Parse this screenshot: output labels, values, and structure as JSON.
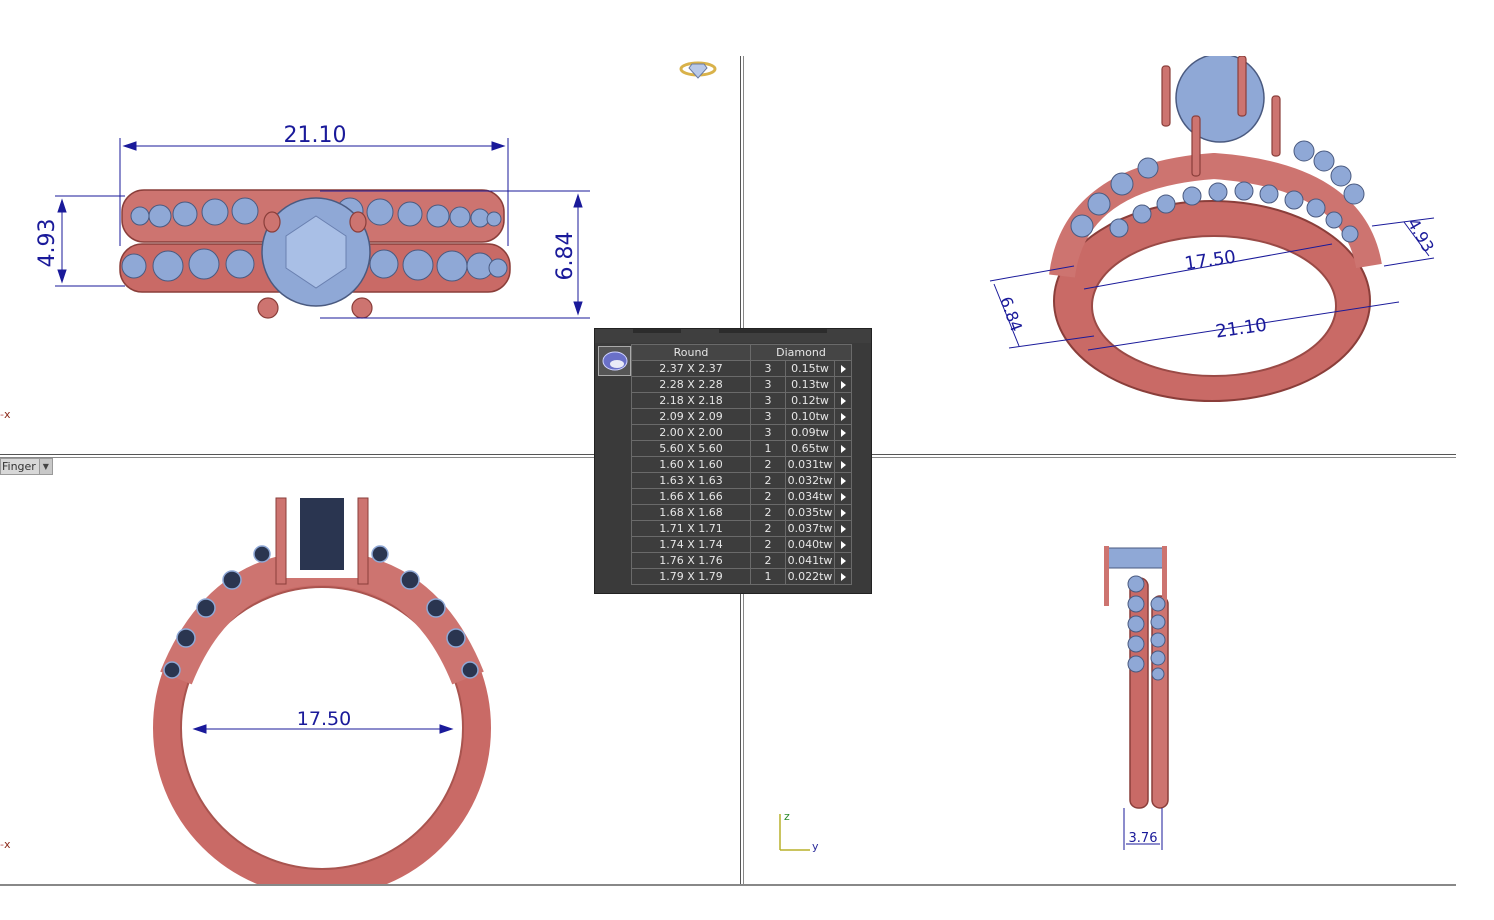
{
  "viewports": {
    "top_left": {
      "width_dim": "21.10",
      "height_left_dim": "4.93",
      "height_right_dim": "6.84",
      "axis": "x"
    },
    "top_right": {
      "dim_a": "17.50",
      "dim_b": "21.10",
      "dim_c": "6.84",
      "dim_d": "4.93"
    },
    "bottom_left": {
      "label": "Finger",
      "inner_dim": "17.50",
      "axis": "x"
    },
    "bottom_right": {
      "width_dim": "3.76",
      "axis_z": "z",
      "axis_y": "y"
    }
  },
  "stone_panel": {
    "header": {
      "shape": "Round",
      "material": "Diamond"
    },
    "rows": [
      {
        "size": "2.37 X 2.37",
        "qty": "3",
        "weight": "0.15tw"
      },
      {
        "size": "2.28 X 2.28",
        "qty": "3",
        "weight": "0.13tw"
      },
      {
        "size": "2.18 X 2.18",
        "qty": "3",
        "weight": "0.12tw"
      },
      {
        "size": "2.09 X 2.09",
        "qty": "3",
        "weight": "0.10tw"
      },
      {
        "size": "2.00 X 2.00",
        "qty": "3",
        "weight": "0.09tw"
      },
      {
        "size": "5.60 X 5.60",
        "qty": "1",
        "weight": "0.65tw"
      },
      {
        "size": "1.60 X 1.60",
        "qty": "2",
        "weight": "0.031tw"
      },
      {
        "size": "1.63 X 1.63",
        "qty": "2",
        "weight": "0.032tw"
      },
      {
        "size": "1.66 X 1.66",
        "qty": "2",
        "weight": "0.034tw"
      },
      {
        "size": "1.68 X 1.68",
        "qty": "2",
        "weight": "0.035tw"
      },
      {
        "size": "1.71 X 1.71",
        "qty": "2",
        "weight": "0.037tw"
      },
      {
        "size": "1.74 X 1.74",
        "qty": "2",
        "weight": "0.040tw"
      },
      {
        "size": "1.76 X 1.76",
        "qty": "2",
        "weight": "0.041tw"
      },
      {
        "size": "1.79 X 1.79",
        "qty": "1",
        "weight": "0.022tw"
      }
    ]
  },
  "colors": {
    "metal": "#cd7470",
    "stone": "#8fa8d6",
    "dimension": "#1a1a9a",
    "panel": "#3a3a3a",
    "go_button": "#2f9a1c"
  },
  "icons": {
    "ring_icon": "ring-diamond-icon",
    "stone_shape": "round-stone-icon",
    "row_go": "play-arrow-icon"
  }
}
